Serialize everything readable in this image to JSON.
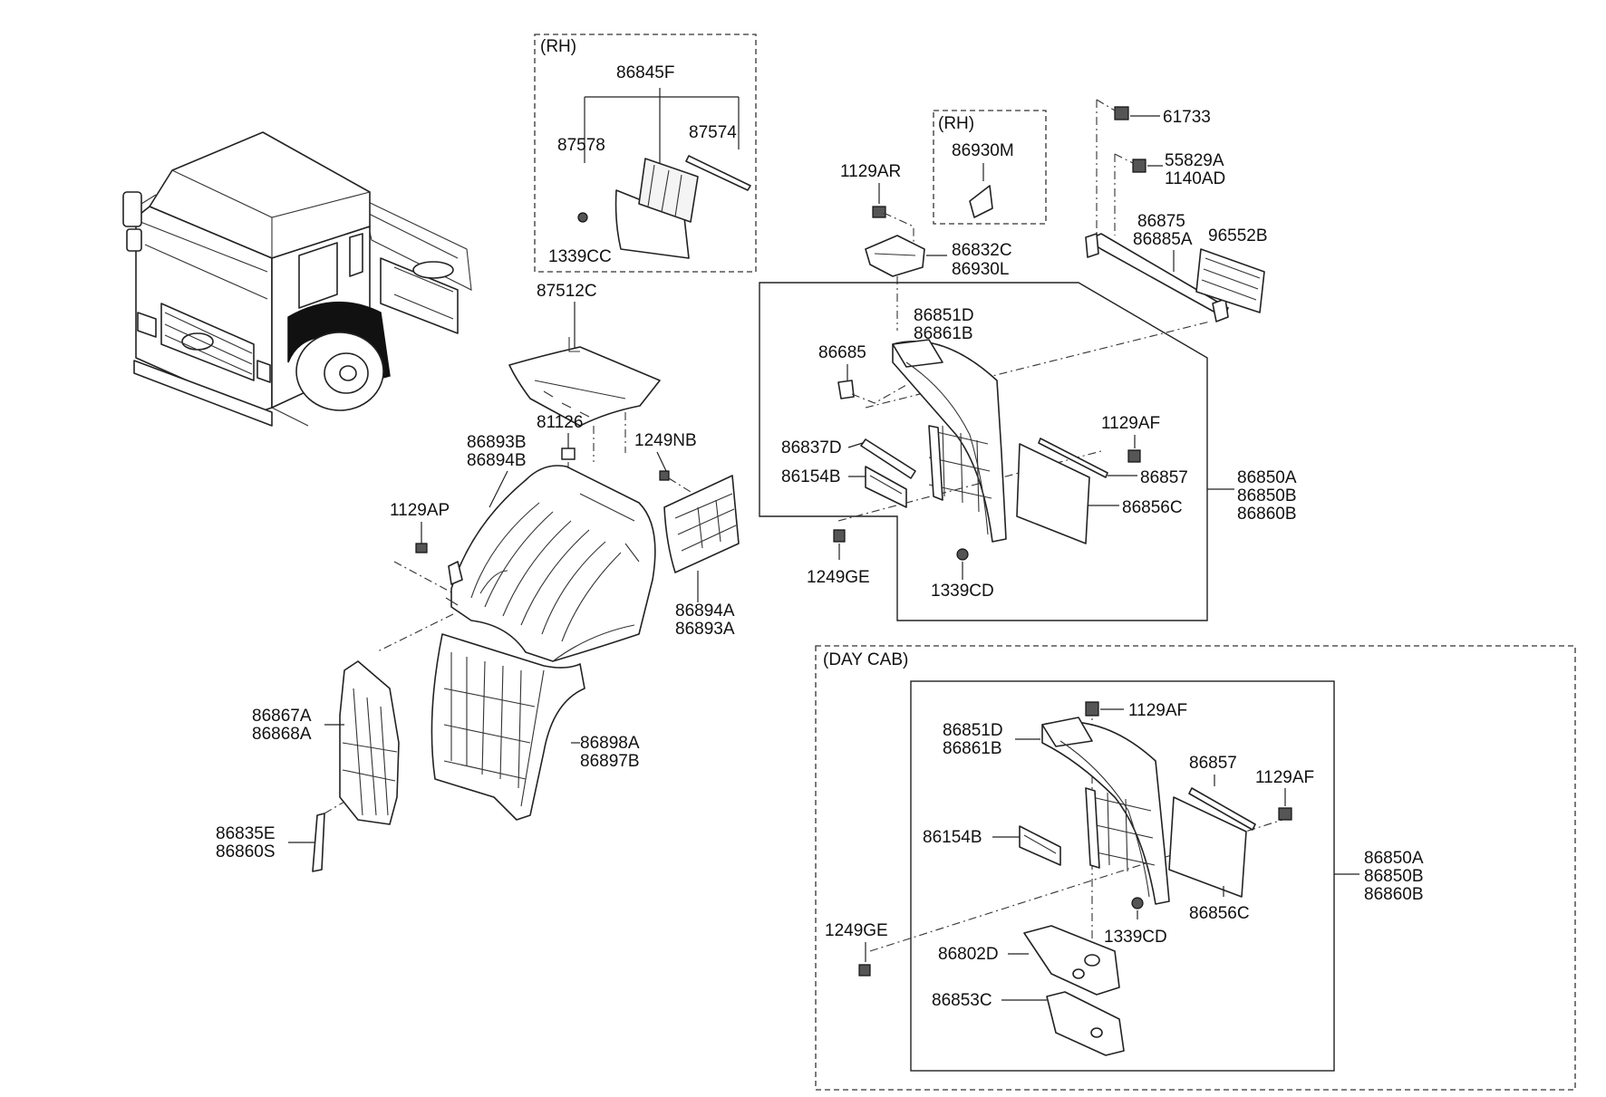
{
  "diagram": {
    "group_labels": {
      "rh_top": "(RH)",
      "rh_bracket": "(RH)",
      "day_cab": "(DAY CAB)"
    },
    "parts": {
      "p86845F": "86845F",
      "p87578": "87578",
      "p87574": "87574",
      "p1339CC": "1339CC",
      "p87512C": "87512C",
      "p81126": "81126",
      "p1249NB": "1249NB",
      "p86893B": "86893B",
      "p86894B": "86894B",
      "p1129AP": "1129AP",
      "p86894A": "86894A",
      "p86893A": "86893A",
      "p86867A": "86867A",
      "p86868A": "86868A",
      "p86898A": "86898A",
      "p86897B": "86897B",
      "p86835E": "86835E",
      "p86860S": "86860S",
      "p1129AR": "1129AR",
      "p86930M": "86930M",
      "p86832C": "86832C",
      "p86930L": "86930L",
      "p61733": "61733",
      "p55829A": "55829A",
      "p1140AD": "1140AD",
      "p86875": "86875",
      "p86885A": "86885A",
      "p96552B": "96552B",
      "p86851D": "86851D",
      "p86861B": "86861B",
      "p86685": "86685",
      "p86837D": "86837D",
      "p86154B": "86154B",
      "p1129AF": "1129AF",
      "p86857": "86857",
      "p86856C": "86856C",
      "p86850A": "86850A",
      "p86850B": "86850B",
      "p86860B": "86860B",
      "p1249GE": "1249GE",
      "p1339CD": "1339CD",
      "d86851D": "86851D",
      "d86861B": "86861B",
      "d1129AF_top": "1129AF",
      "d86857": "86857",
      "d1129AF_right": "1129AF",
      "d86154B": "86154B",
      "d86850A": "86850A",
      "d86850B": "86850B",
      "d86860B": "86860B",
      "d1249GE": "1249GE",
      "d1339CD": "1339CD",
      "d86856C": "86856C",
      "d86802D": "86802D",
      "d86853C": "86853C"
    }
  }
}
